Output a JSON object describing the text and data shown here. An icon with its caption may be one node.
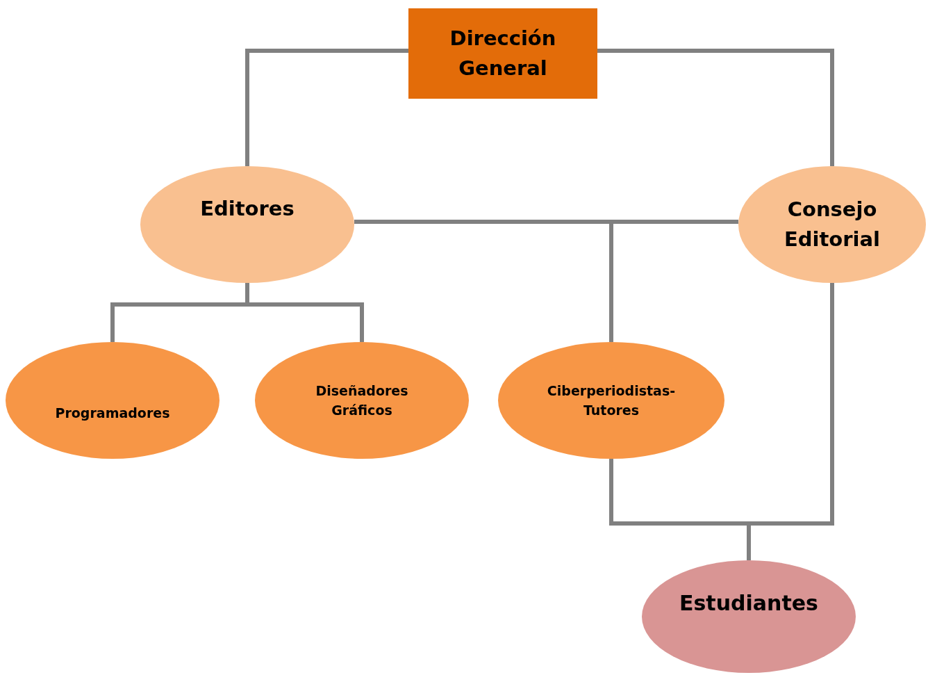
{
  "diagram": {
    "nodes": [
      {
        "text": [
          "Dirección General"
        ]
      },
      {
        "text": [
          "Editores"
        ]
      },
      {
        "text": [
          "Consejo Editorial"
        ]
      },
      {
        "text": [
          "Programadores"
        ]
      },
      {
        "text": [
          "Diseñadores Gráficos"
        ]
      },
      {
        "text": [
          "Ciberperiodistas-Tutores"
        ]
      },
      {
        "text": [
          "Estudiantes"
        ]
      }
    ],
    "edges": [
      {
        "from": 0,
        "to": 1,
        "arrow": "none"
      },
      {
        "from": 0,
        "to": 2,
        "arrow": "none"
      },
      {
        "from": 1,
        "to": 2,
        "arrow": "none"
      },
      {
        "from": 1,
        "to": 5,
        "arrow": "none"
      },
      {
        "from": 2,
        "to": 5,
        "arrow": "none"
      },
      {
        "from": 1,
        "to": 3,
        "arrow": "none"
      },
      {
        "from": 1,
        "to": 4,
        "arrow": "none"
      },
      {
        "from": 5,
        "to": 6,
        "arrow": "none"
      },
      {
        "from": 2,
        "to": 6,
        "arrow": "none"
      }
    ]
  }
}
